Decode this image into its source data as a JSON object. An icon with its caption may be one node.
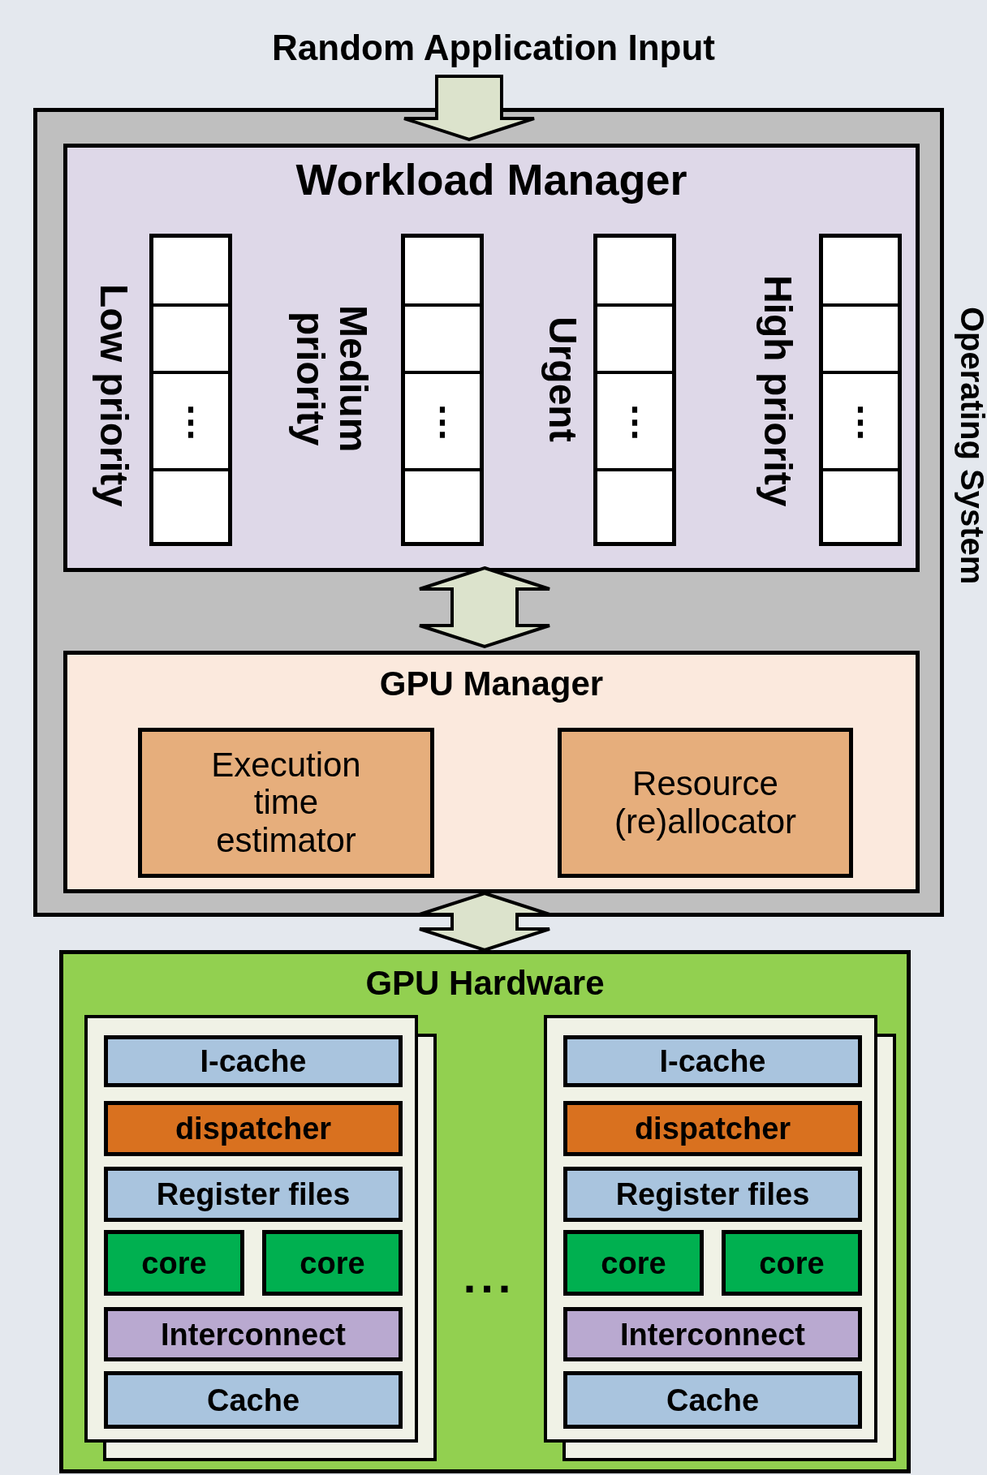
{
  "diagram": {
    "nodes": [
      {
        "text": [
          "Random Application Input"
        ]
      },
      {
        "text": [
          "Operating System"
        ]
      },
      {
        "text": [
          "Workload Manager"
        ],
        "in": 1
      },
      {
        "text": [
          "⋮"
        ],
        "in": 2,
        "beside": [
          "Low priority"
        ]
      },
      {
        "text": [
          "⋮"
        ],
        "in": 2,
        "beside": [
          "Medium priority"
        ]
      },
      {
        "text": [
          "⋮"
        ],
        "in": 2,
        "beside": [
          "Urgent"
        ]
      },
      {
        "text": [
          "⋮"
        ],
        "in": 2,
        "beside": [
          "High priority"
        ]
      },
      {
        "text": [
          "GPU Manager"
        ],
        "in": 1
      },
      {
        "text": [
          "Execution time estimator"
        ],
        "in": 7
      },
      {
        "text": [
          "Resource (re)allocator"
        ],
        "in": 7
      },
      {
        "text": [
          "GPU Hardware"
        ]
      },
      {
        "text": [],
        "shape": "box",
        "in": 10
      },
      {
        "text": [
          "I-cache"
        ],
        "in": 11
      },
      {
        "text": [
          "dispatcher"
        ],
        "in": 11
      },
      {
        "text": [
          "Register files"
        ],
        "in": 11
      },
      {
        "text": [
          "core"
        ],
        "in": 11
      },
      {
        "text": [
          "core"
        ],
        "in": 11
      },
      {
        "text": [
          "Interconnect"
        ],
        "in": 11
      },
      {
        "text": [
          "Cache"
        ],
        "in": 11
      },
      {
        "text": [],
        "shape": "box",
        "in": 10
      },
      {
        "text": [
          "I-cache"
        ],
        "in": 19
      },
      {
        "text": [
          "dispatcher"
        ],
        "in": 19
      },
      {
        "text": [
          "Register files"
        ],
        "in": 19
      },
      {
        "text": [
          "core"
        ],
        "in": 19
      },
      {
        "text": [
          "core"
        ],
        "in": 19
      },
      {
        "text": [
          "Interconnect"
        ],
        "in": 19
      },
      {
        "text": [
          "Cache"
        ],
        "in": 19
      }
    ],
    "edges": [
      {
        "from": 0,
        "to": 2,
        "arrow": "to"
      },
      {
        "from": 2,
        "to": 7,
        "arrow": "both"
      },
      {
        "from": 1,
        "to": 10,
        "arrow": "both"
      }
    ],
    "labels": [
      "..."
    ]
  }
}
